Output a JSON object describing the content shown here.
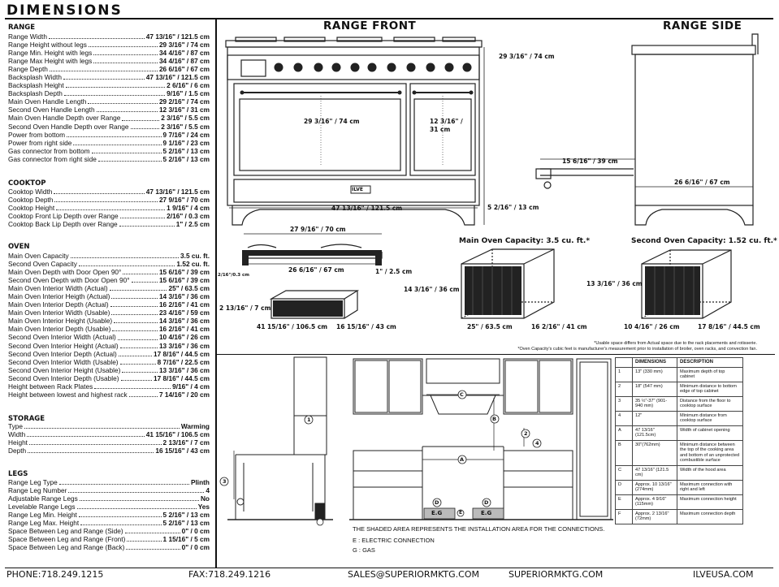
{
  "title": "DIMENSIONS",
  "range": {
    "heading": "RANGE",
    "rows": [
      {
        "label": "Range Width",
        "value": "47 13/16\" / 121.5 cm"
      },
      {
        "label": "Range Height without legs",
        "value": "29 3/16\" / 74 cm"
      },
      {
        "label": "Range Min. Height with legs",
        "value": "34 4/16\" / 87 cm"
      },
      {
        "label": "Range Max Height with legs",
        "value": "34 4/16\" / 87 cm"
      },
      {
        "label": "Range Depth",
        "value": "26 6/16\" / 67 cm"
      },
      {
        "label": "Backsplash Width",
        "value": "47 13/16\" / 121.5 cm"
      },
      {
        "label": "Backsplash Height",
        "value": "2 6/16\" / 6 cm"
      },
      {
        "label": "Backsplash Depth",
        "value": "9/16\" / 1.5 cm"
      },
      {
        "label": "Main Oven Handle Length",
        "value": "29 2/16\" / 74 cm"
      },
      {
        "label": "Second Oven Handle Length",
        "value": "12 3/16\" / 31 cm"
      },
      {
        "label": "Main Oven Handle Depth over Range",
        "value": "2 3/16\" / 5.5 cm"
      },
      {
        "label": "Second Oven Handle Depth over Range",
        "value": "2 3/16\" / 5.5 cm"
      },
      {
        "label": "Power from bottom",
        "value": "9 7/16\" / 24 cm"
      },
      {
        "label": "Power from right side",
        "value": "9 1/16\" / 23 cm"
      },
      {
        "label": "Gas connector from bottom",
        "value": "5 2/16\" / 13 cm"
      },
      {
        "label": "Gas connector from right side",
        "value": "5 2/16\" / 13 cm"
      }
    ]
  },
  "cooktop": {
    "heading": "COOKTOP",
    "rows": [
      {
        "label": "Cooktop Width",
        "value": "47 13/16\" / 121.5 cm"
      },
      {
        "label": "Cooktop Depth",
        "value": "27 9/16\" / 70 cm"
      },
      {
        "label": "Cooktop Height",
        "value": "1 9/16\" / 4 cm"
      },
      {
        "label": "Cooktop Front Lip Depth over Range",
        "value": "2/16\" / 0.3 cm"
      },
      {
        "label": "Cooktop Back Lip Depth over Range",
        "value": "1\" / 2.5 cm"
      }
    ]
  },
  "oven": {
    "heading": "OVEN",
    "rows": [
      {
        "label": "Main Oven Capacity",
        "value": "3.5 cu. ft."
      },
      {
        "label": "Second Oven Capacity",
        "value": "1.52 cu. ft."
      },
      {
        "label": "Main Oven Depth with Door Open 90°",
        "value": "15 6/16\" / 39 cm"
      },
      {
        "label": "Second Oven Depth with Door Open 90°",
        "value": "15 6/16\" / 39 cm"
      },
      {
        "label": "Main Oven Interior Width (Actual)",
        "value": "25\" / 63.5 cm"
      },
      {
        "label": "Main Oven Interior Heigth (Actual)",
        "value": "14 3/16\" / 36 cm"
      },
      {
        "label": "Main Oven Interior Depth (Actual)",
        "value": "16 2/16\" / 41 cm"
      },
      {
        "label": "Main Oven Interior Width (Usable)",
        "value": "23 4/16\" / 59 cm"
      },
      {
        "label": "Main Oven Interior Height (Usable)",
        "value": "14 3/16\" / 36 cm"
      },
      {
        "label": "Main Oven Interior Depth (Usable)",
        "value": "16 2/16\" / 41 cm"
      },
      {
        "label": "Second Oven Interior Width (Actual)",
        "value": "10 4/16\" / 26 cm"
      },
      {
        "label": "Second Oven Interior Height (Actual)",
        "value": "13 3/16\" / 36 cm"
      },
      {
        "label": "Second Oven Interior Depth (Actual)",
        "value": "17 8/16\" / 44.5 cm"
      },
      {
        "label": "Second Oven Interior Width (Usable)",
        "value": "8 7/16\" / 22.5 cm"
      },
      {
        "label": "Second Oven Interior Height (Usable)",
        "value": "13 3/16\" / 36 cm"
      },
      {
        "label": "Second Oven Interior Depth (Usable)",
        "value": "17 8/16\" / 44.5 cm"
      },
      {
        "label": "Height between Rack Plates",
        "value": "9/16\" / 4 cm"
      },
      {
        "label": "Height between lowest and highest rack",
        "value": "7 14/16\" / 20 cm"
      }
    ]
  },
  "storage": {
    "heading": "STORAGE",
    "rows": [
      {
        "label": "Type",
        "value": "Warming"
      },
      {
        "label": "Width",
        "value": "41 15/16\" / 106.5 cm"
      },
      {
        "label": "Height",
        "value": "2 13/16\" / 7 cm"
      },
      {
        "label": "Depth",
        "value": "16 15/16\" / 43 cm"
      }
    ]
  },
  "legs": {
    "heading": "LEGS",
    "rows": [
      {
        "label": "Range Leg Type",
        "value": "Plinth"
      },
      {
        "label": "Range Leg Number",
        "value": "4"
      },
      {
        "label": "Adjustable Range Legs",
        "value": "No"
      },
      {
        "label": "Levelable Range Legs",
        "value": "Yes"
      },
      {
        "label": "Range Leg Min. Height",
        "value": "5 2/16\" / 13 cm"
      },
      {
        "label": "Range Leg Max. Height",
        "value": "5 2/16\" / 13 cm"
      },
      {
        "label": "Space Between Leg and Range (Side)",
        "value": "0\" / 0 cm"
      },
      {
        "label": "Space Between Leg and Range (Front)",
        "value": "1 15/16\" / 5 cm"
      },
      {
        "label": "Space Between Leg and Range (Back)",
        "value": "0\" / 0 cm"
      }
    ]
  },
  "diagrams": {
    "front_heading": "RANGE FRONT",
    "side_heading": "RANGE SIDE",
    "front_height": "29 3/16\" / 74 cm",
    "main_handle": "29 3/16\" / 74 cm",
    "second_handle_a": "12 3/16\" /",
    "second_handle_b": "31 cm",
    "front_width": "47 13/16\" / 121.5 cm",
    "leg_height": "5 2/16\" / 13 cm",
    "brand_badge": "ILVE",
    "side_door_depth": "15 6/16\" / 39 cm",
    "side_depth": "26 6/16\" / 67 cm",
    "cooktop_depth": "27 9/16\" / 70 cm",
    "cooktop_inner": "26 6/16\" / 67 cm",
    "cooktop_front_lip": "2/16\"/0.3 cm",
    "cooktop_back_lip": "1\" / 2.5 cm",
    "drawer_height": "2 13/16\" / 7 cm",
    "drawer_width": "41 15/16\" / 106.5 cm",
    "drawer_depth": "16 15/16\" / 43 cm",
    "main_cap_title": "Main Oven Capacity: 3.5 cu. ft.*",
    "main_cap_h": "14 3/16\" / 36 cm",
    "main_cap_w": "25\" / 63.5 cm",
    "main_cap_d": "16 2/16\" / 41 cm",
    "second_cap_title": "Second Oven Capacity: 1.52 cu. ft.*",
    "second_cap_h": "13 3/16\" / 36 cm",
    "second_cap_w": "10 4/16\" / 26 cm",
    "second_cap_d": "17 8/16\" / 44.5 cm",
    "note1": "*Usable space differs from Actual space due to the rack placements and rotisserie.",
    "note2": "*Oven Capacity's cubic feet is manufacturer's measurement prior to installation of broiler, oven racks, and convection fan."
  },
  "installation": {
    "markers": [
      "A",
      "B",
      "C",
      "D",
      "E",
      "1",
      "2",
      "3",
      "4"
    ],
    "label_eg": "E.G",
    "note_shaded": "THE SHADED AREA REPRESENTS THE INSTALLATION AREA FOR THE CONNECTIONS.",
    "note_e": "E : ELECTRIC CONNECTION",
    "note_g": "G : GAS"
  },
  "ref_table": {
    "headers": [
      "",
      "DIMENSIONS",
      "DESCRIPTION"
    ],
    "rows": [
      [
        "1",
        "13\" (330 mm)",
        "Maximum depth of top cabinet"
      ],
      [
        "2",
        "18\" (547 mm)",
        "Minimum distance to bottom edge of top cabinet"
      ],
      [
        "3",
        "35 ½\"-37\" (901-940 mm)",
        "Distance from the floor to cooktop surface"
      ],
      [
        "4",
        "12\"",
        "Minimum distance from cooktop surface"
      ],
      [
        "A",
        "47 13/16\" (121.5cm)",
        "Width of cabinet opening"
      ],
      [
        "B",
        "30\"(762mm)",
        "Minimum distance between the top of the cooking area and bottom of an unprotected combustible surface"
      ],
      [
        "C",
        "47 13/16\" (121.5 cm)",
        "Width of the hood area"
      ],
      [
        "D",
        "Approx. 10 13/16\" (274mm)",
        "Maximum connection with right and left"
      ],
      [
        "E",
        "Approx. 4 9/16\" (115mm)",
        "Maximum connection height"
      ],
      [
        "F",
        "Approx. 2 13/16\" (72mm)",
        "Maximum connection depth"
      ]
    ]
  },
  "footer": {
    "phone": "PHONE:718.249.1215",
    "fax": "FAX:718.249.1216",
    "email": "SALES@SUPERIORMKTG.COM",
    "site1": "SUPERIORMKTG.COM",
    "site2": "ILVEUSA.COM"
  }
}
